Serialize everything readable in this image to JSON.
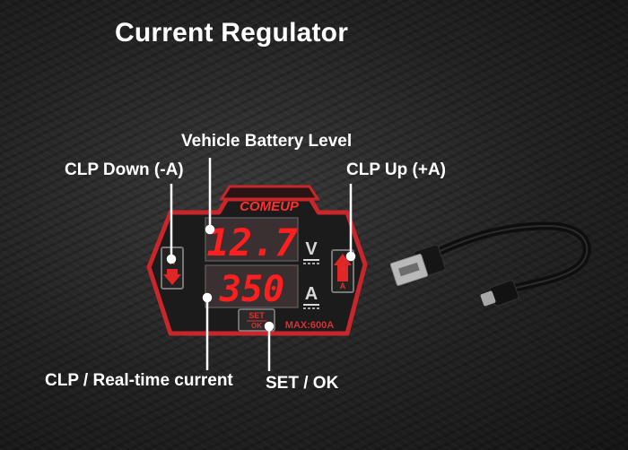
{
  "title": "Current Regulator",
  "labels": {
    "battery_level": "Vehicle Battery Level",
    "clp_down": "CLP Down (-A)",
    "clp_up": "CLP Up (+A)",
    "clp_current": "CLP / Real-time current",
    "set_ok": "SET / OK"
  },
  "device": {
    "brand": "COMEUP",
    "voltage_value": "12.7",
    "voltage_unit": "V",
    "current_value": "350",
    "current_unit": "A",
    "max_rating": "MAX:600A",
    "set_button_top": "SET",
    "set_button_bottom": "OK",
    "down_button_letter": "A",
    "up_button_plus": "+",
    "up_button_letter": "A"
  },
  "colors": {
    "led_red": "#ff1f1f",
    "panel_border": "#c8262b",
    "panel_fill": "#1b1b1c"
  }
}
